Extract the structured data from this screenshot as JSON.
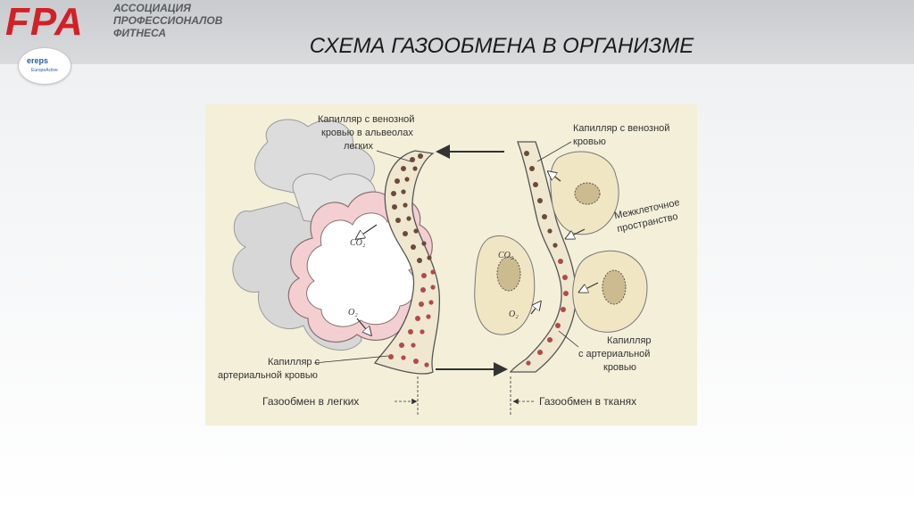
{
  "header": {
    "logo": "FPA",
    "org_lines": [
      "АССОЦИАЦИЯ",
      "ПРОФЕССИОНАЛОВ",
      "ФИТНЕСА"
    ],
    "badge": "ereps",
    "badge_sub": "EuropeActive"
  },
  "title": "СХЕМА ГАЗООБМЕНА В ОРГАНИЗМЕ",
  "diagram": {
    "label_venous_lungs": [
      "Капилляр с венозной",
      "кровью в альвеолах",
      "легких"
    ],
    "label_arterial_lungs": [
      "Капилляр с",
      "артериальной кровью"
    ],
    "label_venous_tissue": [
      "Капилляр с венозной",
      "кровью"
    ],
    "label_interstitial": [
      "Межклеточное",
      "пространство"
    ],
    "label_arterial_tissue": [
      "Капилляр",
      "с артериальной",
      "кровью"
    ],
    "caption_lungs": "Газообмен в легких",
    "caption_tissues": "Газообмен в тканях",
    "gas_co2": "CO₂",
    "gas_o2": "O₂"
  },
  "colors": {
    "logo_red": "#d32027",
    "panel_bg": "#f3efd9",
    "cell_fill": "#f1e6c4",
    "pink_wall": "#f3cfd2",
    "dark_cell": "#6b4a3a",
    "red_cell": "#b04a4a"
  }
}
